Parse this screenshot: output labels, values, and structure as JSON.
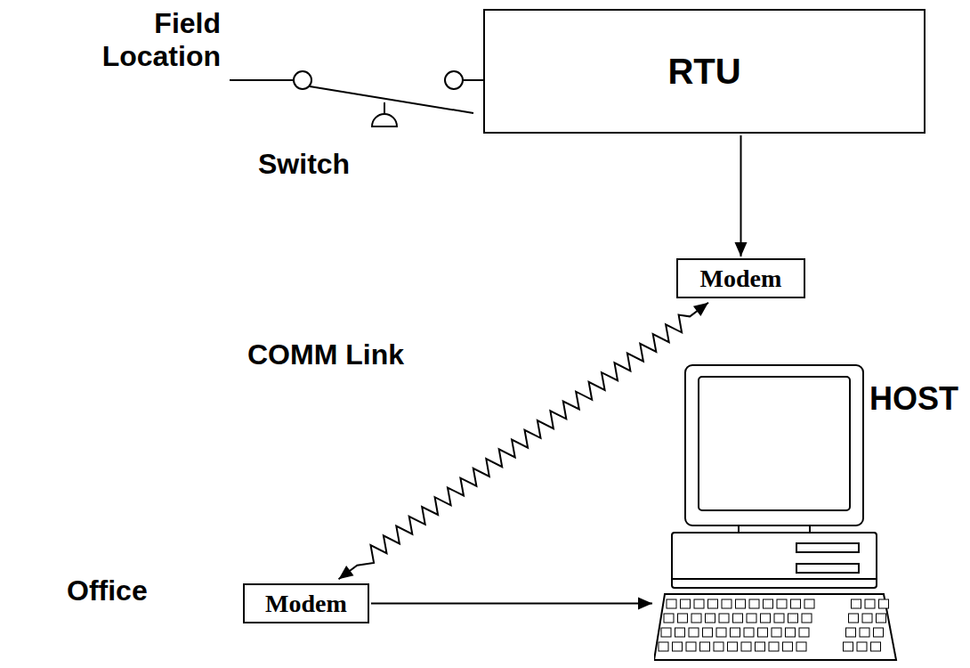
{
  "diagram": {
    "nodes": [
      {
        "text": [
          "RTU"
        ]
      },
      {
        "text": [
          "Modem"
        ]
      },
      {
        "text": [
          "Modem"
        ]
      },
      {
        "text": [
          "HOST"
        ]
      }
    ],
    "edges": [
      {
        "from": 0,
        "to": 1,
        "arrow": "to"
      },
      {
        "from": 1,
        "to": 2,
        "label": "COMM Link",
        "arrow": "both"
      },
      {
        "from": 2,
        "to": 3,
        "arrow": "to"
      }
    ],
    "labels": [
      "Field Location",
      "Switch",
      "Office"
    ]
  }
}
